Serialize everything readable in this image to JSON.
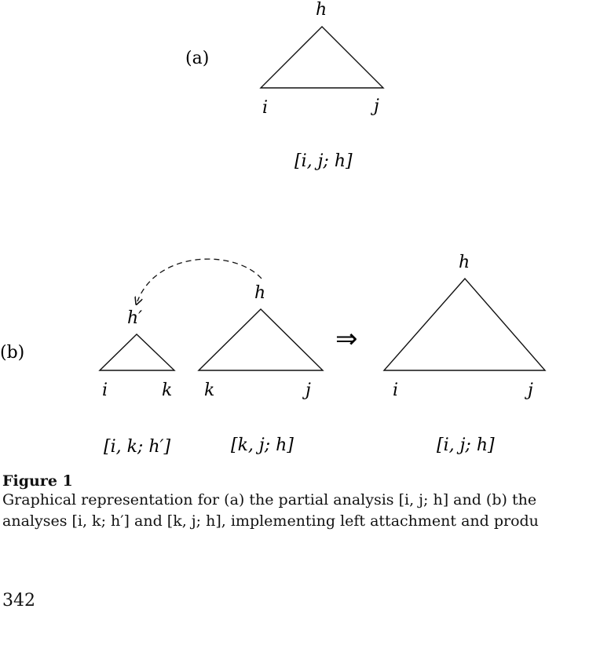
{
  "figure": {
    "panel_a": {
      "label": "(a)",
      "head": "h",
      "left": "i",
      "right": "j",
      "item": "[i, j; h]"
    },
    "panel_b": {
      "label": "(b)",
      "tri1": {
        "head": "h′",
        "left": "i",
        "right": "k",
        "item": "[i, k; h′]"
      },
      "tri2": {
        "head": "h",
        "left": "k",
        "right": "j",
        "item": "[k, j; h]"
      },
      "arrow": "⇒",
      "tri3": {
        "head": "h",
        "left": "i",
        "right": "j",
        "item": "[i, j; h]"
      }
    }
  },
  "caption": {
    "title": "Figure 1",
    "line1": "Graphical representation for (a) the partial analysis [i, j; h] and (b) the",
    "line2": "analyses [i, k; h′] and [k, j; h], implementing left attachment and produ"
  },
  "page_number": "342"
}
